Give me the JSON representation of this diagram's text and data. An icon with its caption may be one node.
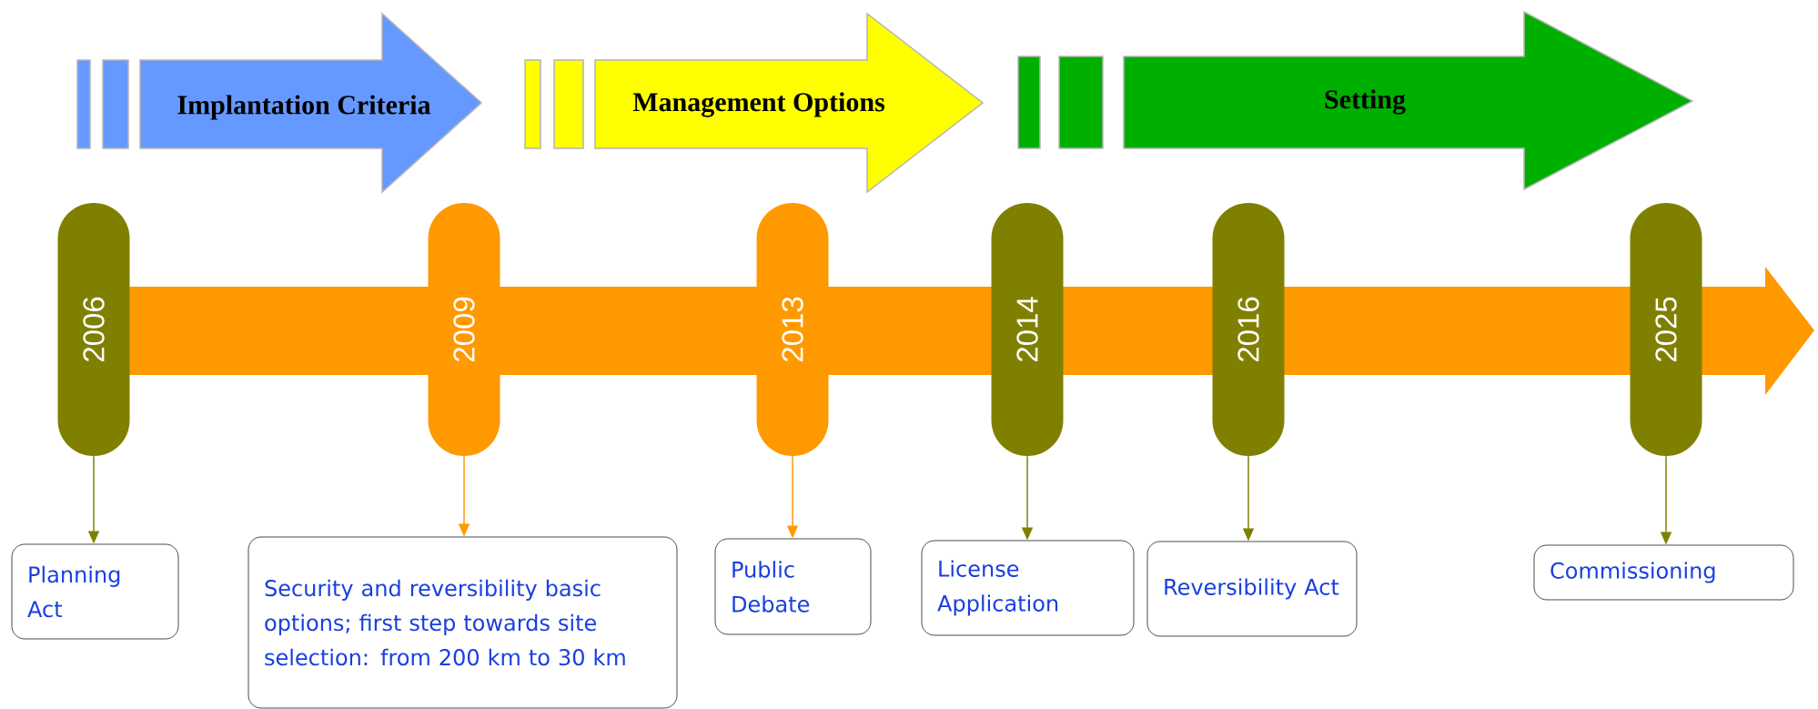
{
  "diagram": {
    "nodes": [
      {
        "text": [
          "Implantation Criteria"
        ]
      },
      {
        "text": [
          "Management Options"
        ]
      },
      {
        "text": [
          "Setting"
        ]
      },
      {
        "text": [
          "2006"
        ]
      },
      {
        "text": [
          "2009"
        ]
      },
      {
        "text": [
          "2013"
        ]
      },
      {
        "text": [
          "2014"
        ]
      },
      {
        "text": [
          "2016"
        ]
      },
      {
        "text": [
          "2025"
        ]
      },
      {
        "text": [
          "Planning Act"
        ]
      },
      {
        "text": [
          "Security and reversibility basic options; first step towards site selection: from 200 km to 30 km"
        ]
      },
      {
        "text": [
          "Public Debate"
        ]
      },
      {
        "text": [
          "License Application"
        ]
      },
      {
        "text": [
          "Reversibility Act"
        ]
      },
      {
        "text": [
          "Commissioning"
        ]
      }
    ],
    "edges": [
      {
        "from": 3,
        "to": 9,
        "arrow": "to"
      },
      {
        "from": 4,
        "to": 10,
        "arrow": "to",
        "color": "#ff9900"
      },
      {
        "from": 5,
        "to": 11,
        "arrow": "to",
        "color": "#ff9900"
      },
      {
        "from": 6,
        "to": 12,
        "arrow": "to"
      },
      {
        "from": 7,
        "to": 13,
        "arrow": "to"
      },
      {
        "from": 8,
        "to": 14,
        "arrow": "to"
      }
    ]
  }
}
